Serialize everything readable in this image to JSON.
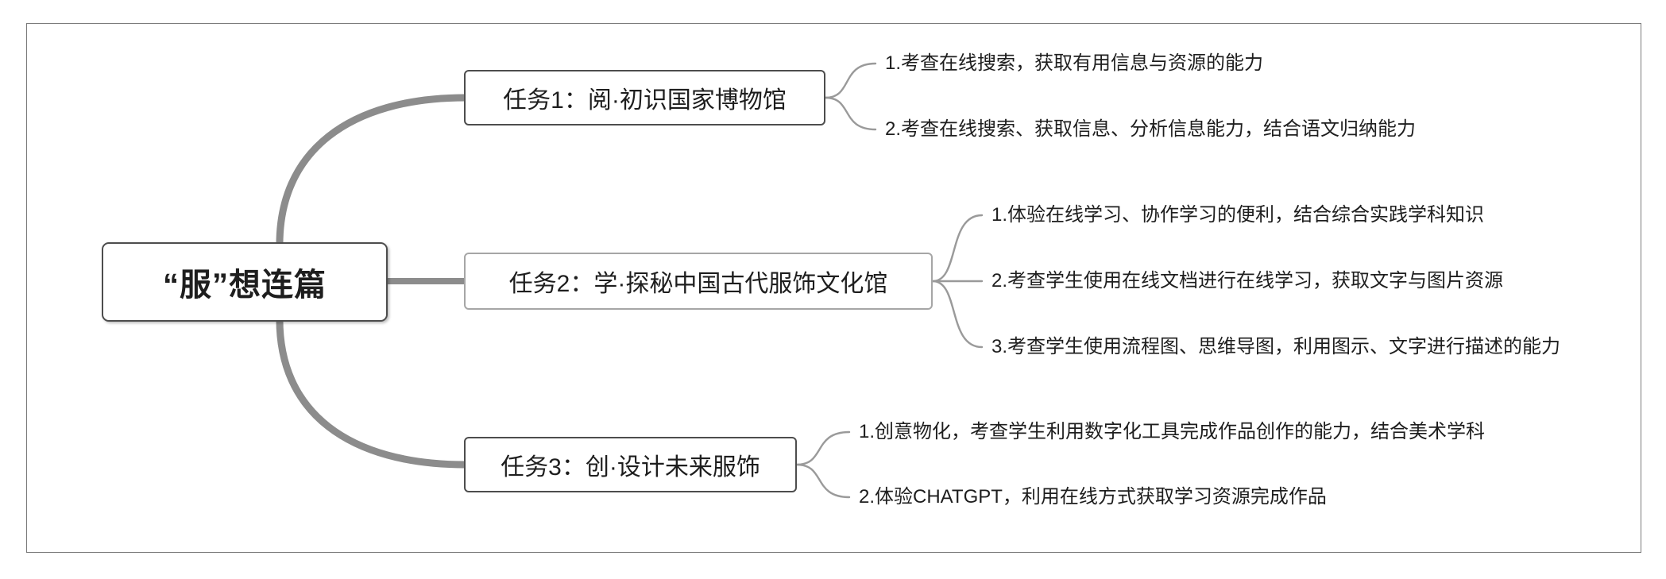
{
  "root": {
    "label": "“服”想连篇"
  },
  "tasks": [
    {
      "label": "任务1：阅·初识国家博物馆",
      "items": [
        "1.考查在线搜索，获取有用信息与资源的能力",
        "2.考查在线搜索、获取信息、分析信息能力，结合语文归纳能力"
      ]
    },
    {
      "label": "任务2：学·探秘中国古代服饰文化馆",
      "items": [
        "1.体验在线学习、协作学习的便利，结合综合实践学科知识",
        "2.考查学生使用在线文档进行在线学习，获取文字与图片资源",
        "3.考查学生使用流程图、思维导图，利用图示、文字进行描述的能力"
      ]
    },
    {
      "label": "任务3：创·设计未来服饰",
      "items": [
        "1.创意物化，考查学生利用数字化工具完成作品创作的能力，结合美术学科",
        "2.体验CHATGPT，利用在线方式获取学习资源完成作品"
      ]
    }
  ],
  "colors": {
    "strong_border": "#4d4d4d",
    "light_border": "#a6a6a6",
    "connector": "#8c8c8c",
    "brace": "#9a9a9a",
    "text": "#1e1e1e"
  }
}
